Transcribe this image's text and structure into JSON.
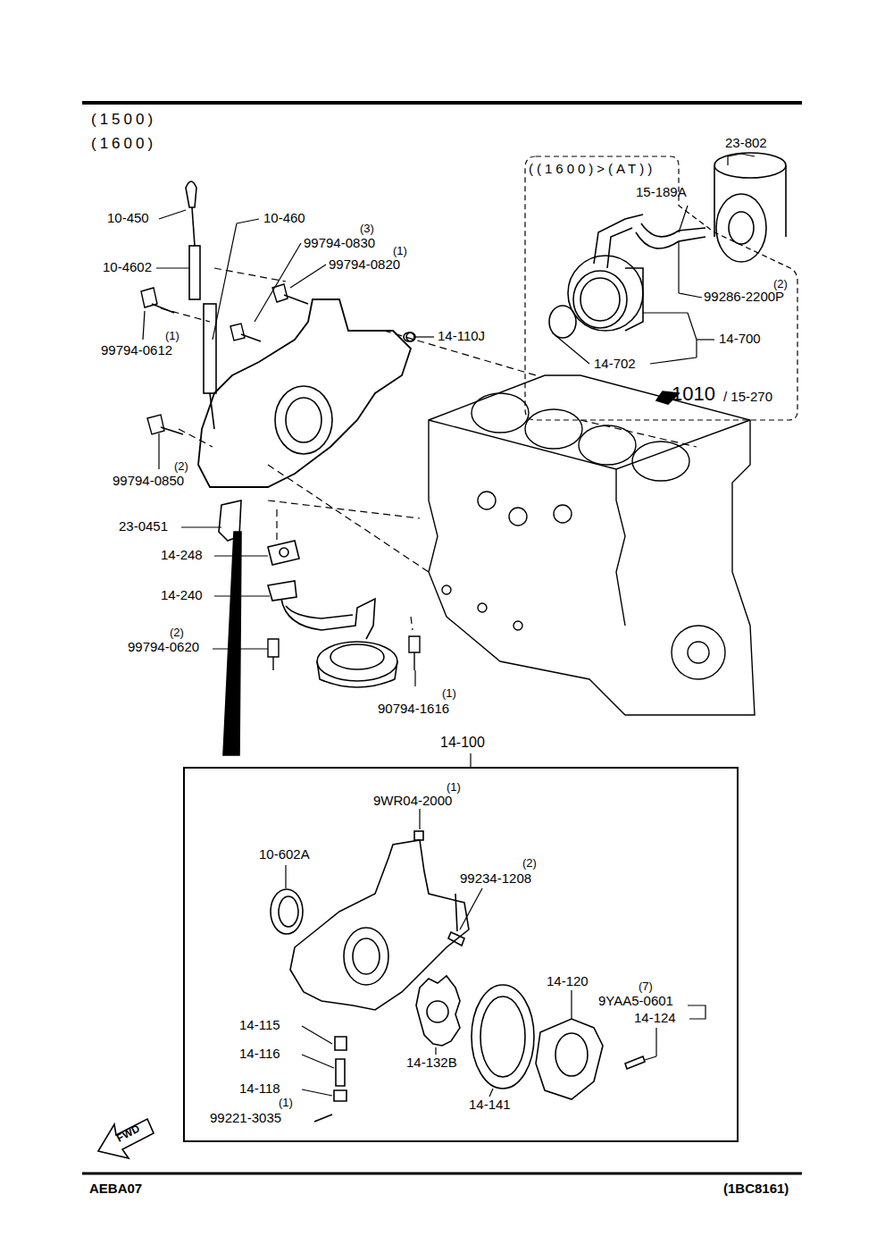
{
  "diagram": {
    "nodes": [
      {
        "text": [
          "14-100"
        ]
      }
    ],
    "labels": [
      "(1500)",
      "(1600)",
      "10-450",
      "10-460",
      "(3)",
      "99794-0830",
      "(1)",
      "99794-0820",
      "10-4602",
      "(1)",
      "99794-0612",
      "14-110J",
      "((1600)>(AT))",
      "23-802",
      "15-189A",
      "(2)",
      "99286-2200P",
      "14-700",
      "14-702",
      "1010",
      "/ 15-270",
      "(2)",
      "99794-0850",
      "23-0451",
      "14-248",
      "14-240",
      "(2)",
      "99794-0620",
      "(1)",
      "90794-1616",
      "(1)",
      "9WR04-2000",
      "10-602A",
      "(2)",
      "99234-1208",
      "14-120",
      "(7)",
      "9YAA5-0601",
      "14-124",
      "14-115",
      "14-116",
      "14-132B",
      "14-118",
      "(1)",
      "99221-3035",
      "14-141",
      "FWD",
      "AEBA07",
      "(1BC8161)"
    ]
  }
}
